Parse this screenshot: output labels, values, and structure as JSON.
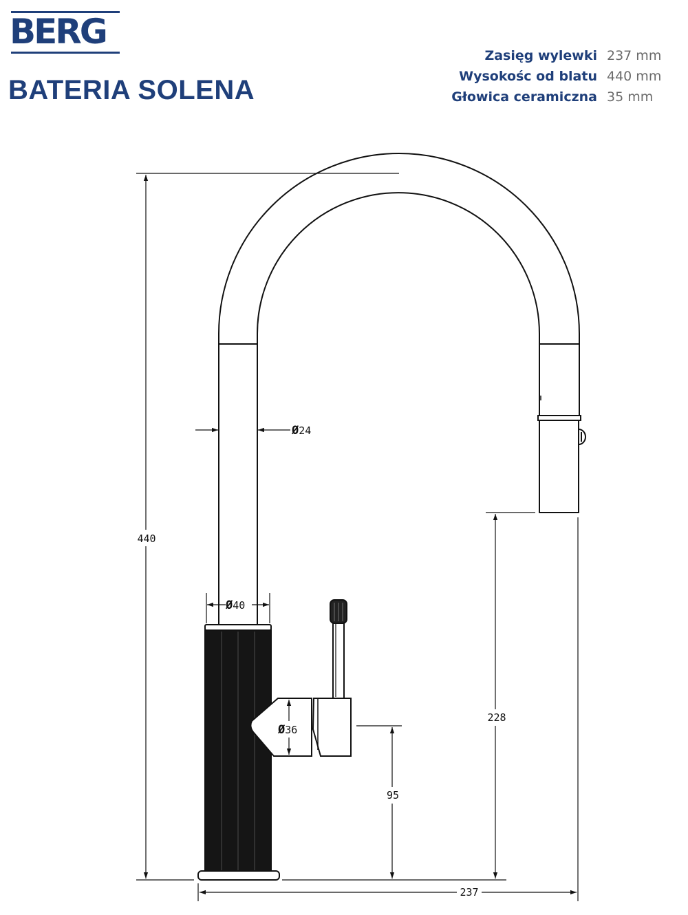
{
  "brand": {
    "logo_text": "BERG"
  },
  "product": {
    "title": "BATERIA SOLENA"
  },
  "specs": [
    {
      "label": "Zasięg wylewki",
      "value": "237 mm"
    },
    {
      "label": "Wysokośc od blatu",
      "value": "440 mm"
    },
    {
      "label": "Głowica ceramiczna",
      "value": "35 mm"
    }
  ],
  "dimensions": {
    "total_height": "440",
    "spout_diameter": "24",
    "body_diameter": "40",
    "handle_diameter": "36",
    "handle_height": "95",
    "spout_clearance": "228",
    "spout_reach": "237"
  },
  "symbols": {
    "diameter": "Ø"
  },
  "colors": {
    "brand_blue": "#1f3f7a",
    "value_gray": "#6b6b6b",
    "line": "#111111"
  }
}
